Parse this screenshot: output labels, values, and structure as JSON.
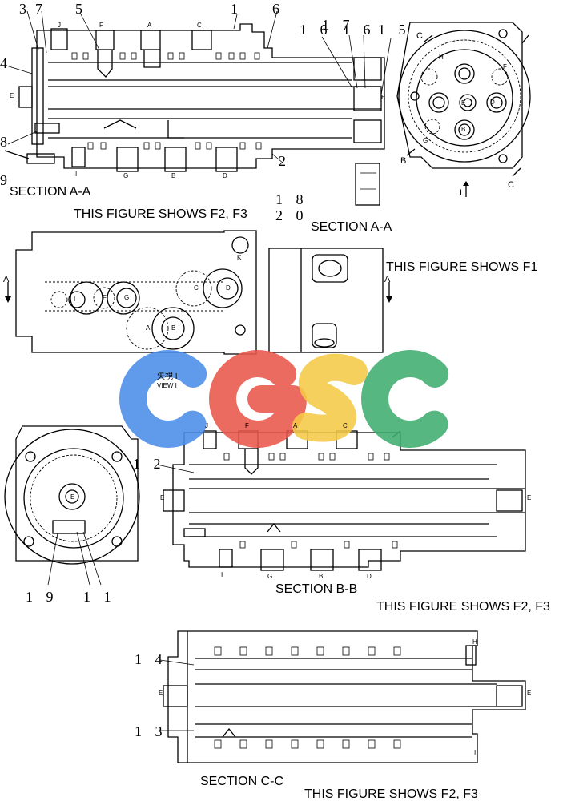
{
  "captions": {
    "section_aa_top": "SECTION   A-A",
    "shows_f2_f3_top": "THIS FIGURE SHOWS F2, F3",
    "section_aa_right": "SECTION   A-A",
    "shows_f1": "THIS FIGURE SHOWS F1",
    "section_bb": "SECTION   B-B",
    "shows_f2_f3_mid": "THIS FIGURE SHOWS F2, F3",
    "section_cc": "SECTION   C-C",
    "shows_f2_f3_bottom": "THIS FIGURE SHOWS F2, F3",
    "view_jp": "矢視 I",
    "view_en": "VIEW I"
  },
  "callouts": {
    "n3": "3",
    "n7": "7",
    "n5": "5",
    "n1": "1",
    "n6": "6",
    "n4": "4",
    "n8": "8",
    "n9": "9",
    "n2": "2",
    "r1": "1 6",
    "r2": "1 7",
    "r3": "1 6",
    "r4": "1 5",
    "n18": "1 8",
    "n20": "2 0",
    "n12": "1 2",
    "n19": "1 9",
    "n11": "1 1",
    "n14": "1 4",
    "n13": "1 3"
  },
  "port_letters": {
    "J": "J",
    "F": "F",
    "A": "A",
    "C": "C",
    "E": "E",
    "I": "I",
    "G": "G",
    "B": "B",
    "D": "D",
    "H": "H",
    "K": "K"
  },
  "arrows": {
    "A": "A",
    "B": "B",
    "C": "C",
    "I": "I"
  },
  "watermark": {
    "letters": [
      "C",
      "G",
      "S",
      "C"
    ],
    "colors": [
      "#4A8CE8",
      "#E8574B",
      "#F5C945",
      "#3FAE6E"
    ]
  }
}
